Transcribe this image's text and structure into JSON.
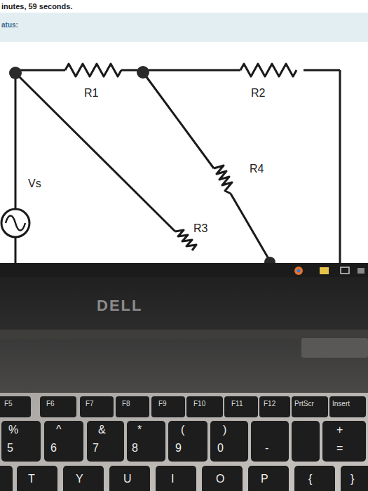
{
  "diagram": {
    "labels": [
      "inutes, 59 seconds.",
      "atus:",
      "R1",
      "R2",
      "R4",
      "Vs",
      "R3",
      "DELL",
      "F5",
      "F6",
      "F7",
      "F8",
      "F9",
      "F10",
      "F11",
      "F12",
      "PrtScr",
      "Insert",
      "%",
      "5",
      "^",
      "6",
      "&",
      "7",
      "*",
      "8",
      "(",
      "9",
      ")",
      "0",
      "-",
      "+",
      "=",
      "T",
      "Y",
      "U",
      "I",
      "O",
      "P",
      "{",
      "}"
    ]
  }
}
